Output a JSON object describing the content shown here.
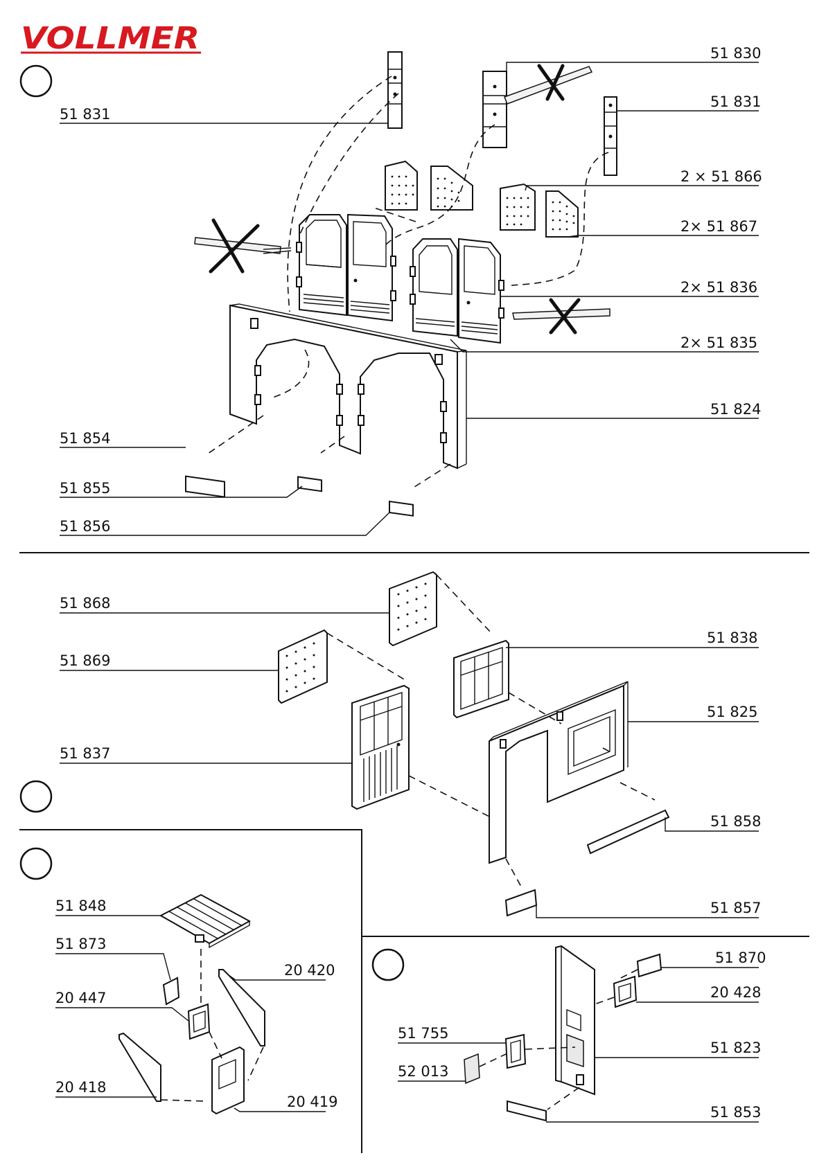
{
  "brand": {
    "name": "VOLLMER",
    "color": "#d71920"
  },
  "section1": {
    "parts": {
      "p51831_left": "51 831",
      "p51830": "51 830",
      "p51831_right": "51 831",
      "p51866": "2 × 51 866",
      "p51867": "2×  51 867",
      "p51836": "2×  51 836",
      "p51835": "2×  51 835",
      "p51824": "51 824",
      "p51854": "51 854",
      "p51855": "51 855",
      "p51856": "51 856"
    }
  },
  "section2": {
    "parts": {
      "p51868": "51 868",
      "p51869": "51 869",
      "p51837": "51 837",
      "p51838": "51 838",
      "p51825": "51 825",
      "p51858": "51 858",
      "p51857": "51 857"
    }
  },
  "section3": {
    "parts": {
      "p51848": "51 848",
      "p51873": "51 873",
      "p20447": "20 447",
      "p20420": "20 420",
      "p20418": "20 418",
      "p20419": "20 419"
    }
  },
  "section4": {
    "parts": {
      "p51870": "51 870",
      "p20428": "20 428",
      "p51755": "51 755",
      "p52013": "52 013",
      "p51823": "51 823",
      "p51853": "51 853"
    }
  }
}
